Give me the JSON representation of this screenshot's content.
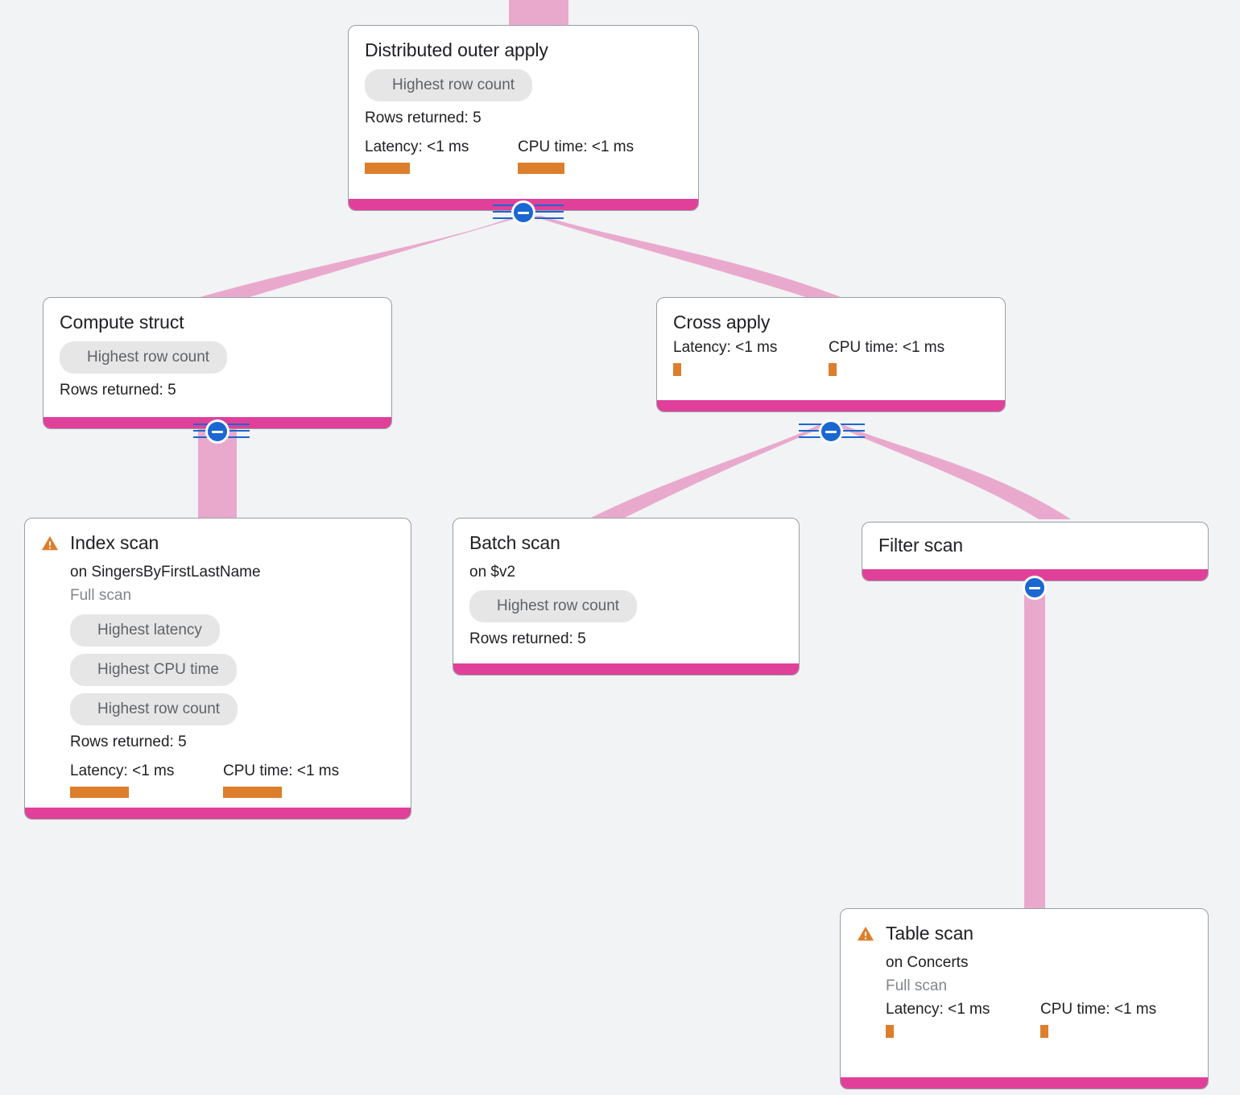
{
  "view": {
    "background_color": "#f1f3f4",
    "accent_color": "#e0409a",
    "edge_color": "#e9a9cd",
    "metric_bar_color": "#dd7e2c",
    "collapse_button_color": "#1a67d2",
    "warning_icon_color": "#dd7e2c",
    "badge_bg_color": "#e6e6e6",
    "badge_text_color": "#5f6368"
  },
  "nodes": {
    "distributed_outer_apply": {
      "title": "Distributed outer apply",
      "badges": [
        "Highest row count"
      ],
      "rows_returned": "Rows returned: 5",
      "metrics": [
        {
          "label": "Latency: <1 ms"
        },
        {
          "label": "CPU time: <1 ms"
        }
      ],
      "collapse_label": "minus-icon"
    },
    "compute_struct": {
      "title": "Compute struct",
      "badges": [
        "Highest row count"
      ],
      "rows_returned": "Rows returned: 5",
      "collapse_label": "minus-icon"
    },
    "cross_apply": {
      "title": "Cross apply",
      "metrics": [
        {
          "label": "Latency: <1 ms"
        },
        {
          "label": "CPU time: <1 ms"
        }
      ],
      "collapse_label": "minus-icon"
    },
    "index_scan": {
      "warning": "warning-icon",
      "title": "Index scan",
      "subtitle": "on SingersByFirstLastName",
      "scan_type": "Full scan",
      "badges": [
        "Highest latency",
        "Highest CPU time",
        "Highest row count"
      ],
      "rows_returned": "Rows returned: 5",
      "metrics": [
        {
          "label": "Latency: <1 ms"
        },
        {
          "label": "CPU time: <1 ms"
        }
      ]
    },
    "batch_scan": {
      "title": "Batch scan",
      "subtitle": "on $v2",
      "badges": [
        "Highest row count"
      ],
      "rows_returned": "Rows returned: 5"
    },
    "filter_scan": {
      "title": "Filter scan",
      "collapse_label": "minus-icon"
    },
    "table_scan": {
      "warning": "warning-icon",
      "title": "Table scan",
      "subtitle": "on Concerts",
      "scan_type": "Full scan",
      "metrics": [
        {
          "label": "Latency: <1 ms"
        },
        {
          "label": "CPU time: <1 ms"
        }
      ]
    }
  }
}
